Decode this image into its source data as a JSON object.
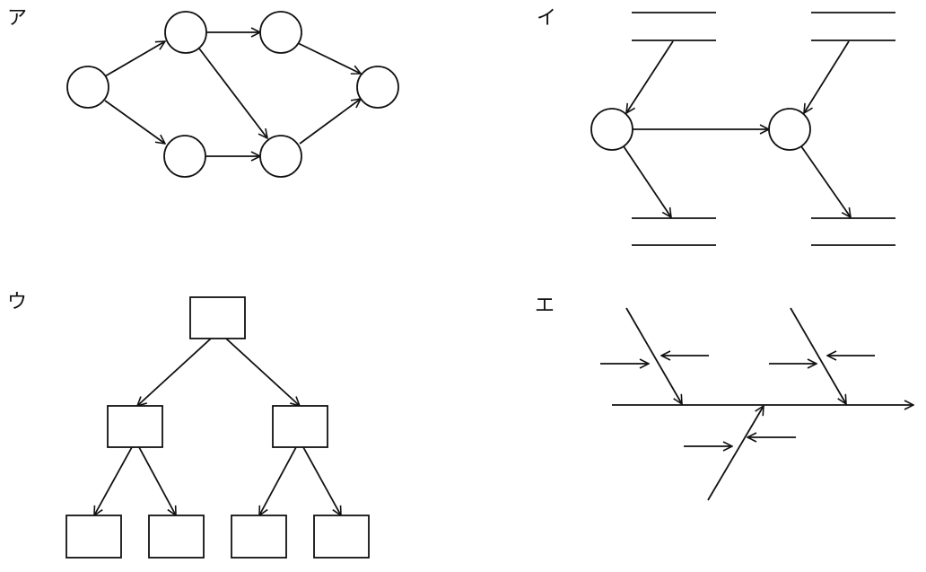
{
  "labels": {
    "a": "ア",
    "i": "イ",
    "u": "ウ",
    "e": "エ"
  },
  "diagrams": {
    "a": {
      "kind": "network-of-circles",
      "nodes": 6,
      "arrows": 7
    },
    "i": {
      "kind": "data-flow",
      "processes": 2,
      "data_stores": 4,
      "arrows": 5
    },
    "u": {
      "kind": "tree",
      "boxes": 7,
      "arrows": 6
    },
    "e": {
      "kind": "fishbone",
      "main_arrow": 1,
      "bones": 3,
      "small_arrows": 6
    }
  },
  "colors": {
    "ink": "#111111",
    "background": "#ffffff"
  }
}
